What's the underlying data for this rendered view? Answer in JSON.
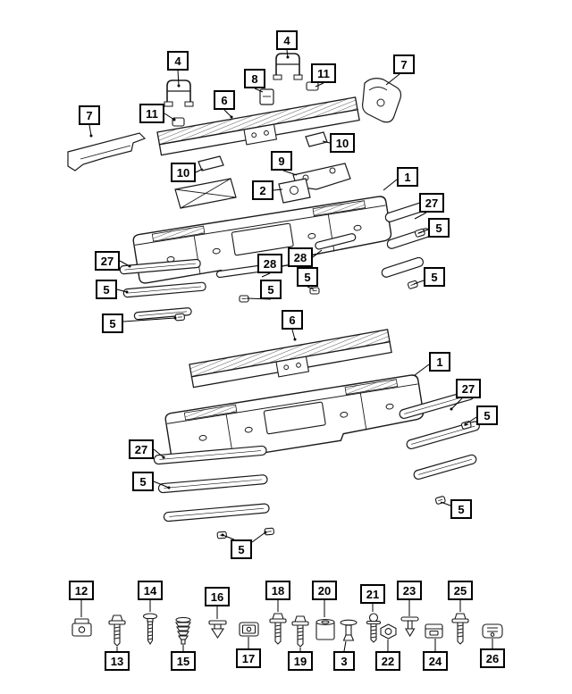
{
  "page": {
    "background_color": "#ffffff",
    "line_color": "#1a1a1a",
    "callout_style": {
      "border_color": "#000000",
      "text_color": "#000000",
      "fill_color": "#ffffff"
    }
  },
  "callouts": {
    "assembly1": [
      "4",
      "4",
      "8",
      "11",
      "7",
      "6",
      "11",
      "7",
      "10",
      "9",
      "2",
      "1",
      "10",
      "27",
      "5",
      "27",
      "28",
      "28",
      "5",
      "5",
      "5",
      "5",
      "5"
    ],
    "assembly2": [
      "6",
      "1",
      "27",
      "5",
      "27",
      "5",
      "5",
      "5"
    ],
    "hardware_top": [
      "12",
      "14",
      "16",
      "18",
      "20",
      "21",
      "23",
      "25"
    ],
    "hardware_bottom": [
      "13",
      "15",
      "17",
      "19",
      "3",
      "22",
      "24",
      "26"
    ]
  },
  "hardware_icons": [
    "clip-nut-icon",
    "flange-bolt-icon",
    "screw-icon",
    "grommet-icon",
    "push-pin-icon",
    "u-nut-icon",
    "hex-bolt-icon",
    "hex-bolt-icon",
    "spacer-nut-icon",
    "push-rivet-icon",
    "shoulder-screw-icon",
    "flange-nut-icon",
    "push-rivet-icon",
    "retainer-clip-icon",
    "hex-washer-screw-icon",
    "u-clip-icon"
  ]
}
